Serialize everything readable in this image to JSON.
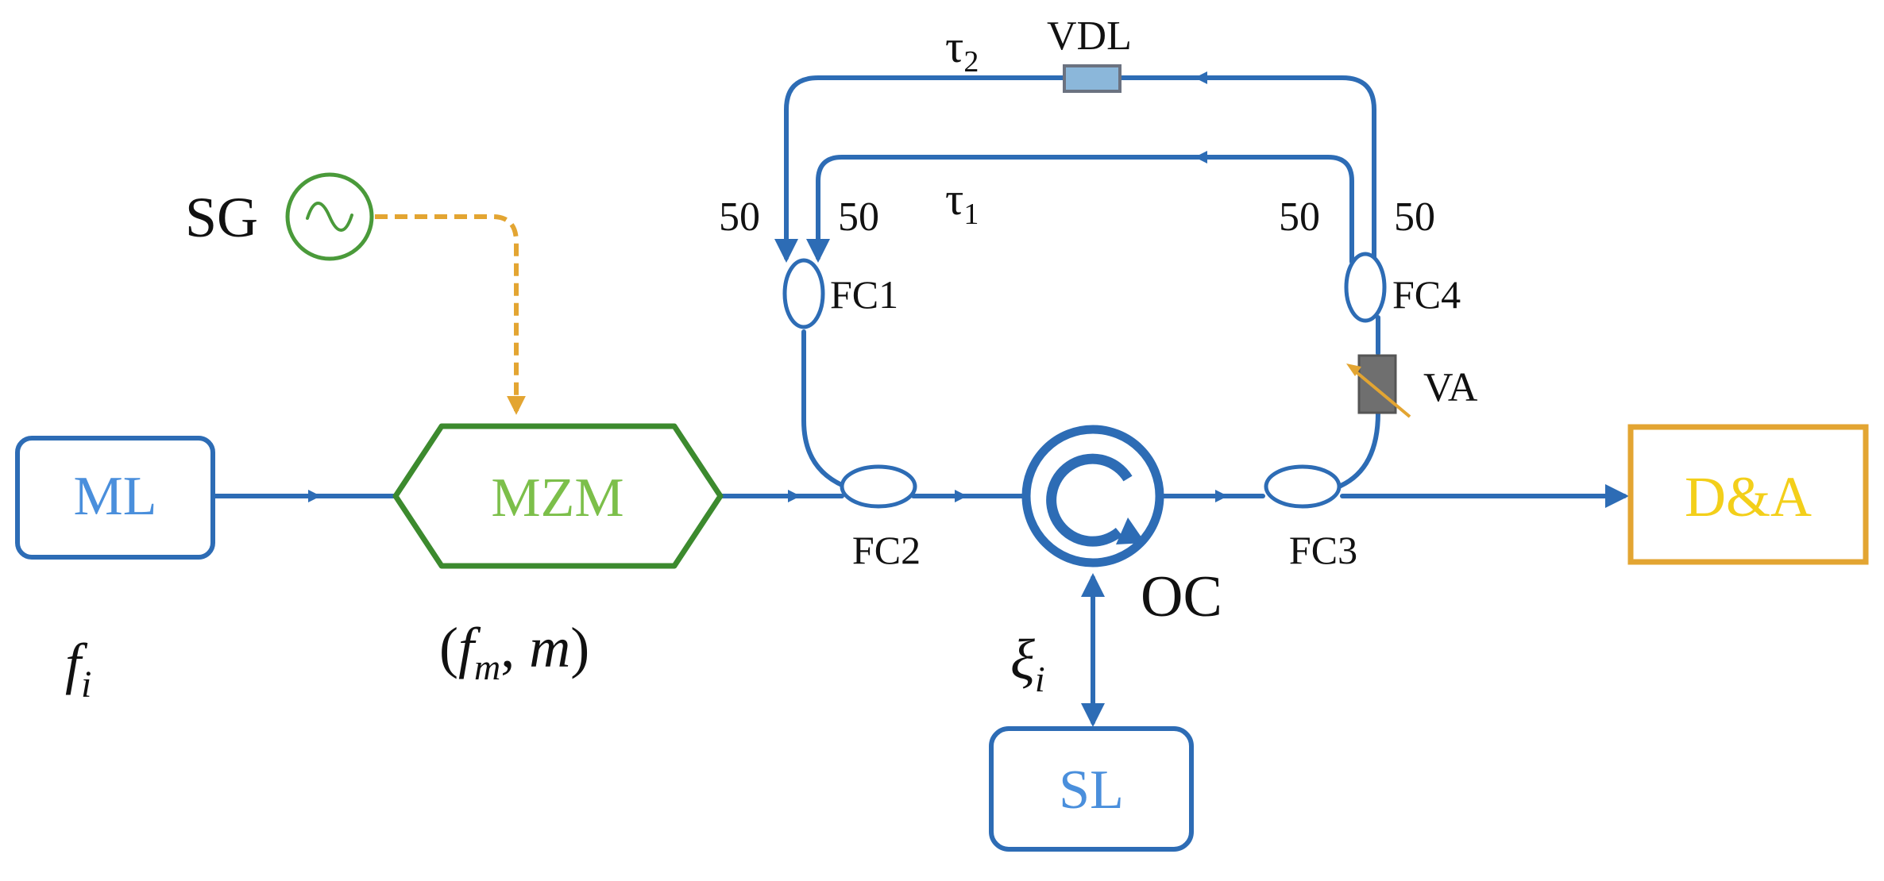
{
  "colors": {
    "fiber": "#2d6cb5",
    "ml_text": "#4a8fdc",
    "mzm": "#3c8a2e",
    "mzm_text": "#7cbf4a",
    "sg": "#4a9a3a",
    "rf_line": "#e3a532",
    "da": "#e3a532",
    "da_text": "#f3cf1a",
    "vdl_fill": "#8bb7da",
    "va_fill": "#6f6f6f",
    "text": "#111111"
  },
  "blocks": {
    "ml": "ML",
    "mzm": "MZM",
    "sl": "SL",
    "da": "D&A",
    "sg": "SG",
    "oc": "OC",
    "vdl": "VDL",
    "va": "VA"
  },
  "couplers": {
    "fc1": "FC1",
    "fc2": "FC2",
    "fc3": "FC3",
    "fc4": "FC4"
  },
  "ratios": {
    "fc1_outer": "50",
    "fc1_inner": "50",
    "fc4_inner": "50",
    "fc4_outer": "50"
  },
  "delays": {
    "tau": "τ",
    "tau1_sub": "1",
    "tau2_sub": "2"
  },
  "params": {
    "f": "f",
    "fi_sub": "i",
    "fm_sub": "m",
    "m": "m",
    "open": "(",
    "comma": ",",
    "close": ")",
    "xi": "ξ",
    "xi_sub": "i"
  }
}
